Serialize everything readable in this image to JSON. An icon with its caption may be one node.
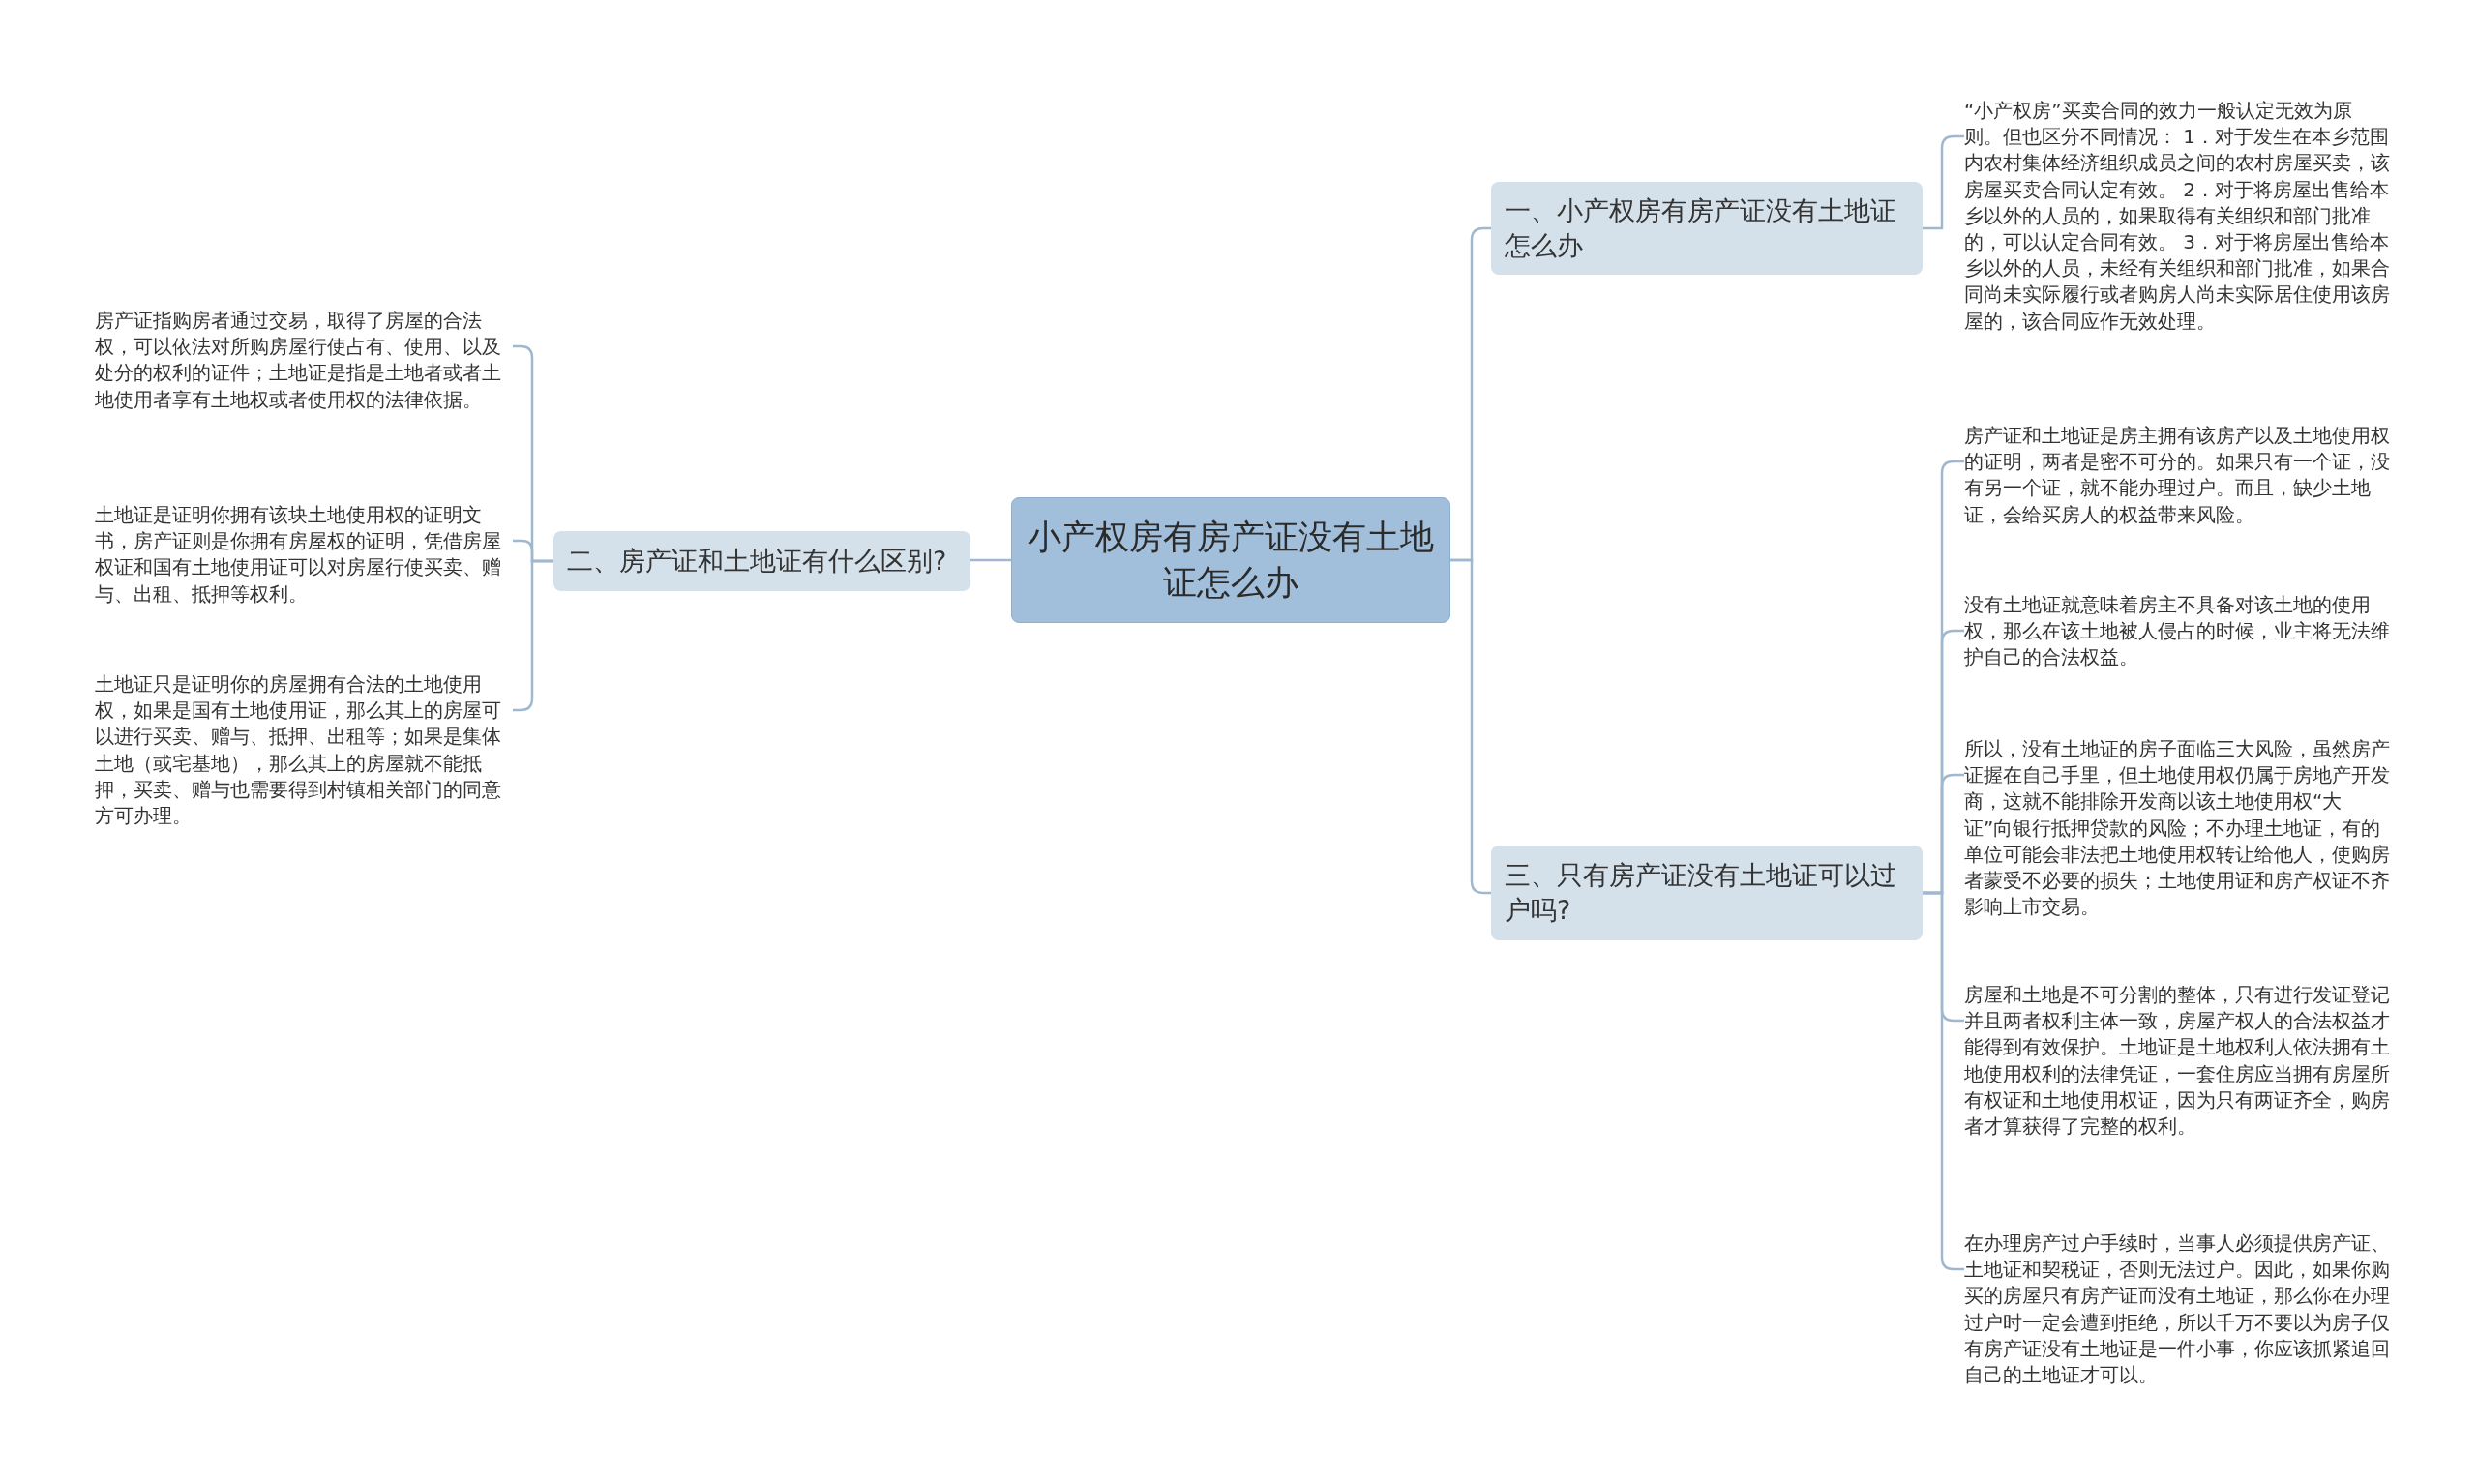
{
  "diagram": {
    "nodes": [
      {
        "text": [
          "小产权房有房产证没有土地证怎么办"
        ]
      },
      {
        "text": [
          "一、小产权房有房产证没有土地证怎么办"
        ]
      },
      {
        "text": [
          "“小产权房”买卖合同的效力一般认定无效为原则。但也区分不同情况： 1．对于发生在本乡范围内农村集体经济组织成员之间的农村房屋买卖，该房屋买卖合同认定有效。 2．对于将房屋出售给本乡以外的人员的，如果取得有关组织和部门批准的，可以认定合同有效。 3．对于将房屋出售给本乡以外的人员，未经有关组织和部门批准，如果合同尚未实际履行或者购房人尚未实际居住使用该房屋的，该合同应作无效处理。"
        ]
      },
      {
        "text": [
          "二、房产证和土地证有什么区别?"
        ]
      },
      {
        "text": [
          "房产证指购房者通过交易，取得了房屋的合法权，可以依法对所购房屋行使占有、使用、以及处分的权利的证件；土地证是指是土地者或者土地使用者享有土地权或者使用权的法律依据。"
        ]
      },
      {
        "text": [
          "土地证是证明你拥有该块土地使用权的证明文书，房产证则是你拥有房屋权的证明，凭借房屋权证和国有土地使用证可以对房屋行使买卖、赠与、出租、抵押等权利。"
        ]
      },
      {
        "text": [
          "土地证只是证明你的房屋拥有合法的土地使用权，如果是国有土地使用证，那么其上的房屋可以进行买卖、赠与、抵押、出租等；如果是集体土地（或宅基地），那么其上的房屋就不能抵押，买卖、赠与也需要得到村镇相关部门的同意方可办理。"
        ]
      },
      {
        "text": [
          "三、只有房产证没有土地证可以过户吗?"
        ]
      },
      {
        "text": [
          "房产证和土地证是房主拥有该房产以及土地使用权的证明，两者是密不可分的。如果只有一个证，没有另一个证，就不能办理过户。而且，缺少土地证，会给买房人的权益带来风险。"
        ]
      },
      {
        "text": [
          "没有土地证就意味着房主不具备对该土地的使用权，那么在该土地被人侵占的时候，业主将无法维护自己的合法权益。"
        ]
      },
      {
        "text": [
          "所以，没有土地证的房子面临三大风险，虽然房产证握在自己手里，但土地使用权仍属于房地产开发商，这就不能排除开发商以该土地使用权“大证”向银行抵押贷款的风险；不办理土地证，有的单位可能会非法把土地使用权转让给他人，使购房者蒙受不必要的损失；土地使用证和房产权证不齐影响上市交易。"
        ]
      },
      {
        "text": [
          "房屋和土地是不可分割的整体，只有进行发证登记并且两者权利主体一致，房屋产权人的合法权益才能得到有效保护。土地证是土地权利人依法拥有土地使用权利的法律凭证，一套住房应当拥有房屋所有权证和土地使用权证，因为只有两证齐全，购房者才算获得了完整的权利。"
        ]
      },
      {
        "text": [
          "在办理房产过户手续时，当事人必须提供房产证、土地证和契税证，否则无法过户。因此，如果你购买的房屋只有房产证而没有土地证，那么你在办理过户时一定会遭到拒绝，所以千万不要以为房子仅有房产证没有土地证是一件小事，你应该抓紧追回自己的土地证才可以。"
        ]
      }
    ],
    "edges": [
      {
        "from": 0,
        "to": 1,
        "arrow": "none"
      },
      {
        "from": 1,
        "to": 2,
        "arrow": "none"
      },
      {
        "from": 0,
        "to": 3,
        "arrow": "none"
      },
      {
        "from": 3,
        "to": 4,
        "arrow": "none"
      },
      {
        "from": 3,
        "to": 5,
        "arrow": "none"
      },
      {
        "from": 3,
        "to": 6,
        "arrow": "none"
      },
      {
        "from": 0,
        "to": 7,
        "arrow": "none"
      },
      {
        "from": 7,
        "to": 8,
        "arrow": "none"
      },
      {
        "from": 7,
        "to": 9,
        "arrow": "none"
      },
      {
        "from": 7,
        "to": 10,
        "arrow": "none"
      },
      {
        "from": 7,
        "to": 11,
        "arrow": "none"
      },
      {
        "from": 7,
        "to": 12,
        "arrow": "none"
      }
    ]
  }
}
